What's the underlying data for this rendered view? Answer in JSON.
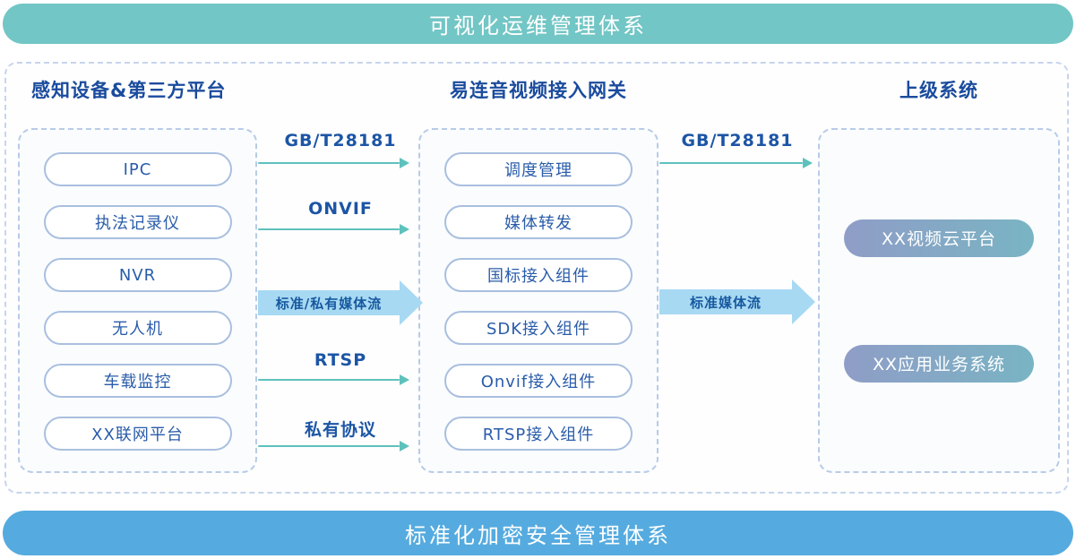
{
  "banners": {
    "top": "可视化运维管理体系",
    "bottom": "标准化加密安全管理体系"
  },
  "columns": {
    "devices": {
      "title": "感知设备&第三方平台",
      "items": [
        "IPC",
        "执法记录仪",
        "NVR",
        "无人机",
        "车载监控",
        "XX联网平台"
      ]
    },
    "gateway": {
      "title": "易连音视频接入网关",
      "items": [
        "调度管理",
        "媒体转发",
        "国标接入组件",
        "SDK接入组件",
        "Onvif接入组件",
        "RTSP接入组件"
      ]
    },
    "superior": {
      "title": "上级系统",
      "items": [
        "XX视频云平台",
        "XX应用业务系统"
      ]
    }
  },
  "flows": {
    "device_to_gateway": [
      {
        "label": "GB/T28181",
        "type": "thin"
      },
      {
        "label": "ONVIF",
        "type": "thin"
      },
      {
        "label": "标准/私有媒体流",
        "type": "thick"
      },
      {
        "label": "RTSP",
        "type": "thin"
      },
      {
        "label": "私有协议",
        "type": "thin"
      }
    ],
    "gateway_to_superior": [
      {
        "label": "GB/T28181",
        "type": "thin"
      },
      {
        "label": "标准媒体流",
        "type": "thick"
      }
    ]
  },
  "colors": {
    "top_banner": "#72c6c5",
    "bottom_banner": "#55abdf",
    "heading_text": "#1a4b9d",
    "pill_text": "#2a5caa",
    "pill_border": "#a9bfdf",
    "dashed_border": "#b8cbe7",
    "thin_arrow": "#5ec1bc",
    "thick_arrow": "#a7d9f3",
    "thick_arrow_text": "#17599f",
    "gradient_pill_start": "#8f9dc7",
    "gradient_pill_end": "#79b4c3"
  }
}
